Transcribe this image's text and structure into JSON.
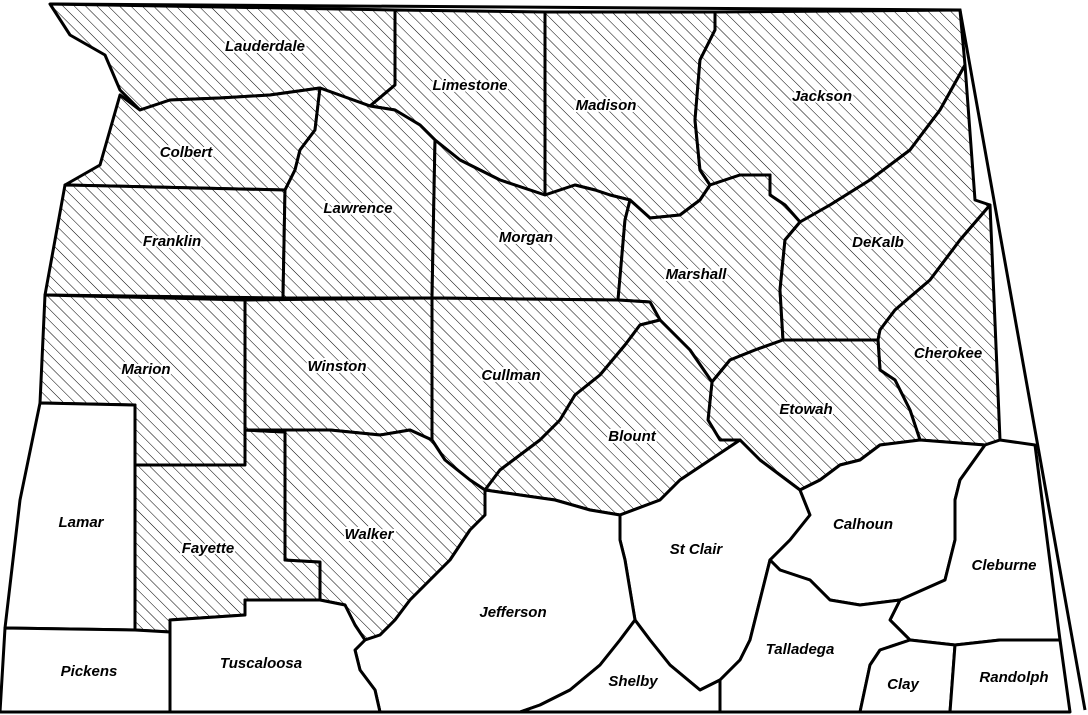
{
  "map": {
    "counties": [
      {
        "name": "Lauderdale",
        "hatched": true
      },
      {
        "name": "Limestone",
        "hatched": true
      },
      {
        "name": "Madison",
        "hatched": true
      },
      {
        "name": "Jackson",
        "hatched": true
      },
      {
        "name": "Colbert",
        "hatched": true
      },
      {
        "name": "Franklin",
        "hatched": true
      },
      {
        "name": "Lawrence",
        "hatched": true
      },
      {
        "name": "Morgan",
        "hatched": true
      },
      {
        "name": "Marshall",
        "hatched": true
      },
      {
        "name": "DeKalb",
        "hatched": true
      },
      {
        "name": "Marion",
        "hatched": true
      },
      {
        "name": "Winston",
        "hatched": true
      },
      {
        "name": "Cullman",
        "hatched": true
      },
      {
        "name": "Cherokee",
        "hatched": true
      },
      {
        "name": "Etowah",
        "hatched": true
      },
      {
        "name": "Blount",
        "hatched": true
      },
      {
        "name": "Lamar",
        "hatched": false
      },
      {
        "name": "Fayette",
        "hatched": true
      },
      {
        "name": "Walker",
        "hatched": true
      },
      {
        "name": "St Clair",
        "hatched": false
      },
      {
        "name": "Calhoun",
        "hatched": false
      },
      {
        "name": "Cleburne",
        "hatched": false
      },
      {
        "name": "Jefferson",
        "hatched": false
      },
      {
        "name": "Talladega",
        "hatched": false
      },
      {
        "name": "Pickens",
        "hatched": false
      },
      {
        "name": "Tuscaloosa",
        "hatched": false
      },
      {
        "name": "Shelby",
        "hatched": false
      },
      {
        "name": "Clay",
        "hatched": false
      },
      {
        "name": "Randolph",
        "hatched": false
      }
    ],
    "colors": {
      "outline": "#000000",
      "hatch": "#000000",
      "background": "#ffffff"
    }
  }
}
